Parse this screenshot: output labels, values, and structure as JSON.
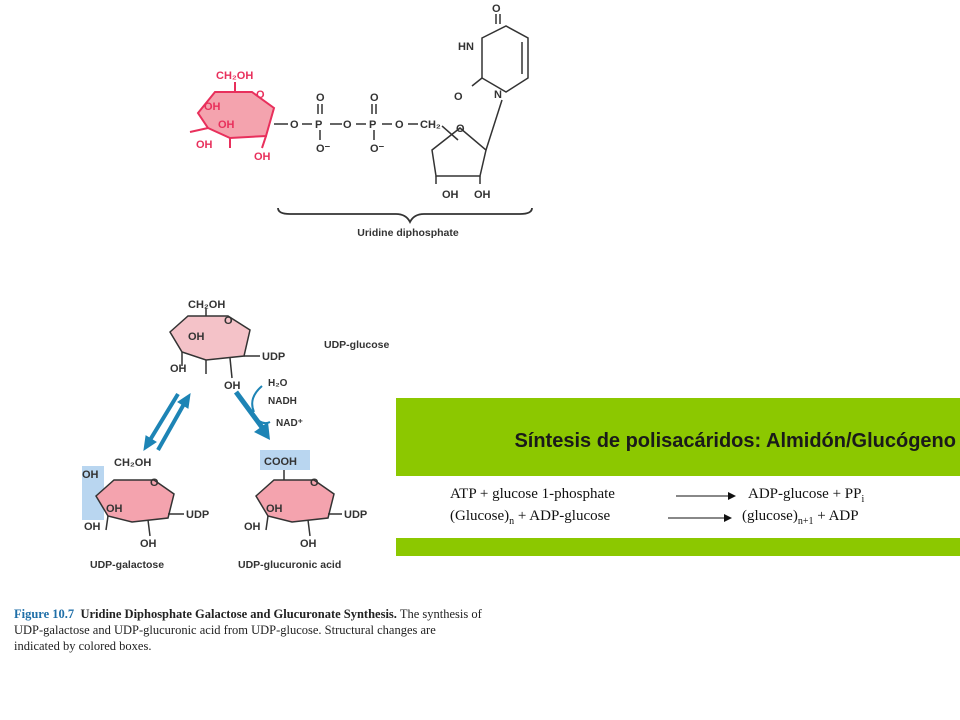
{
  "top_structure": {
    "ch2oh": "CH₂OH",
    "ring_o": "O",
    "oh_ring_a": "OH",
    "oh_ring_b": "OH",
    "oh_left": "OH",
    "oh_bottom": "OH",
    "p_o": "O",
    "p_label": "P",
    "p_dbl_o": "O",
    "p_neg": "O⁻",
    "ch2": "CH₂",
    "hn": "HN",
    "n": "N",
    "o_top": "O",
    "o_left": "O",
    "sugar_oh1": "OH",
    "sugar_oh2": "OH",
    "brace_label": "Uridine diphosphate"
  },
  "lower_diagram": {
    "glucose_ch2oh": "CH₂OH",
    "ring_o": "O",
    "oh": "OH",
    "udp": "UDP",
    "h2o": "H₂O",
    "nadh": "NADH",
    "nad": "NAD⁺",
    "cooh": "COOH",
    "udp_glucose": "UDP-glucose",
    "udp_galactose": "UDP-galactose",
    "udp_glucuronic": "UDP-glucuronic acid"
  },
  "slide": {
    "title": "Síntesis de polisacáridos: Almidón/Glucógeno",
    "eq1_left": "ATP + glucose 1-phosphate",
    "eq1_right": "ADP-glucose + PP",
    "eq1_sub": "i",
    "eq2_left_a": "(Glucose)",
    "eq2_left_sub": "n",
    "eq2_left_b": " + ADP-glucose",
    "eq2_right_a": "(glucose)",
    "eq2_right_sub": "n+1",
    "eq2_right_b": " + ADP"
  },
  "caption": {
    "figure_label": "Figure 10.7",
    "title": "Uridine Diphosphate Galactose and Glucuronate Synthesis.",
    "text": "The synthesis of UDP-galactose and UDP-glucuronic acid from UDP-glucose. Structural changes are indicated by colored boxes."
  },
  "colors": {
    "pink": "#e8305c",
    "ring_fill": "#f4a3ae",
    "teal": "#1d84b5",
    "green": "#8cc800",
    "highlight_blue": "#b9d6f0"
  }
}
